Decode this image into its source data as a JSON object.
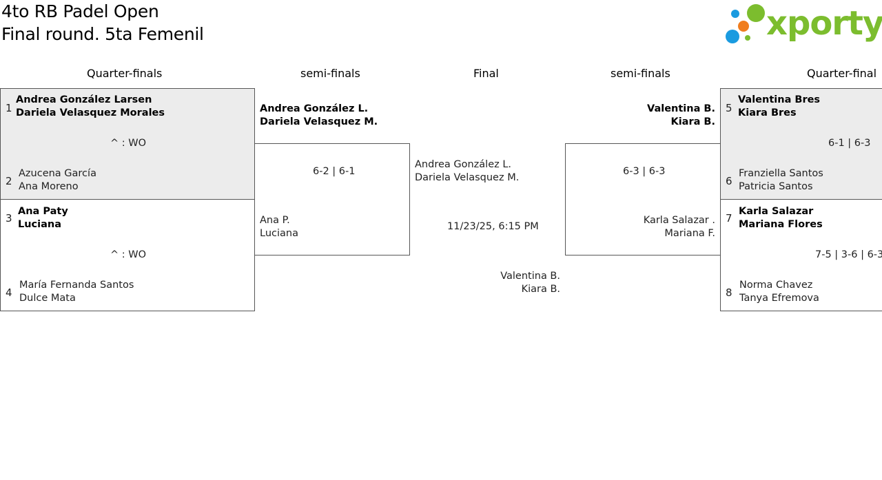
{
  "header": {
    "title_line1": "4to RB Padel Open",
    "title_line2": "Final round. 5ta Femenil",
    "logo_text": "xporty",
    "logo_colors": {
      "blue": "#1a9be0",
      "orange": "#f07d1e",
      "green": "#7cbd2e"
    }
  },
  "columns": {
    "left_quarter": "Quarter-finals",
    "left_semi": "semi-finals",
    "final": "Final",
    "right_semi": "semi-finals",
    "right_quarter": "Quarter-final"
  },
  "left_quarters": [
    {
      "seed_a": "1",
      "team_a": [
        "Andrea González Larsen",
        "Dariela Velasquez Morales"
      ],
      "result": "^ : WO",
      "seed_b": "2",
      "team_b": [
        "Azucena García",
        "Ana Moreno"
      ]
    },
    {
      "seed_a": "3",
      "team_a": [
        "Ana Paty",
        "Luciana"
      ],
      "result": "^ : WO",
      "seed_b": "4",
      "team_b": [
        "María Fernanda Santos",
        "Dulce Mata"
      ]
    }
  ],
  "right_quarters": [
    {
      "seed_a": "5",
      "team_a": [
        "Valentina Bres",
        "Kiara Bres"
      ],
      "result": "6-1 | 6-3",
      "seed_b": "6",
      "team_b": [
        "Franziella Santos",
        "Patricia Santos"
      ]
    },
    {
      "seed_a": "7",
      "team_a": [
        "Karla Salazar",
        "Mariana Flores"
      ],
      "result": "7-5 | 3-6 | 6-3",
      "seed_b": "8",
      "team_b": [
        "Norma Chavez",
        "Tanya Efremova"
      ]
    }
  ],
  "left_semi": {
    "team_a": [
      "Andrea González L.",
      "Dariela Velasquez M."
    ],
    "score": "6-2 | 6-1",
    "team_b": [
      "Ana P.",
      "Luciana"
    ]
  },
  "right_semi": {
    "team_a": [
      "Valentina B.",
      "Kiara B."
    ],
    "score": "6-3 | 6-3",
    "team_b": [
      "Karla Salazar .",
      "Mariana F."
    ]
  },
  "final": {
    "team_a": [
      "Andrea González L.",
      "Dariela Velasquez M."
    ],
    "datetime": "11/23/25, 6:15 PM",
    "team_b": [
      "Valentina B.",
      "Kiara B."
    ]
  }
}
